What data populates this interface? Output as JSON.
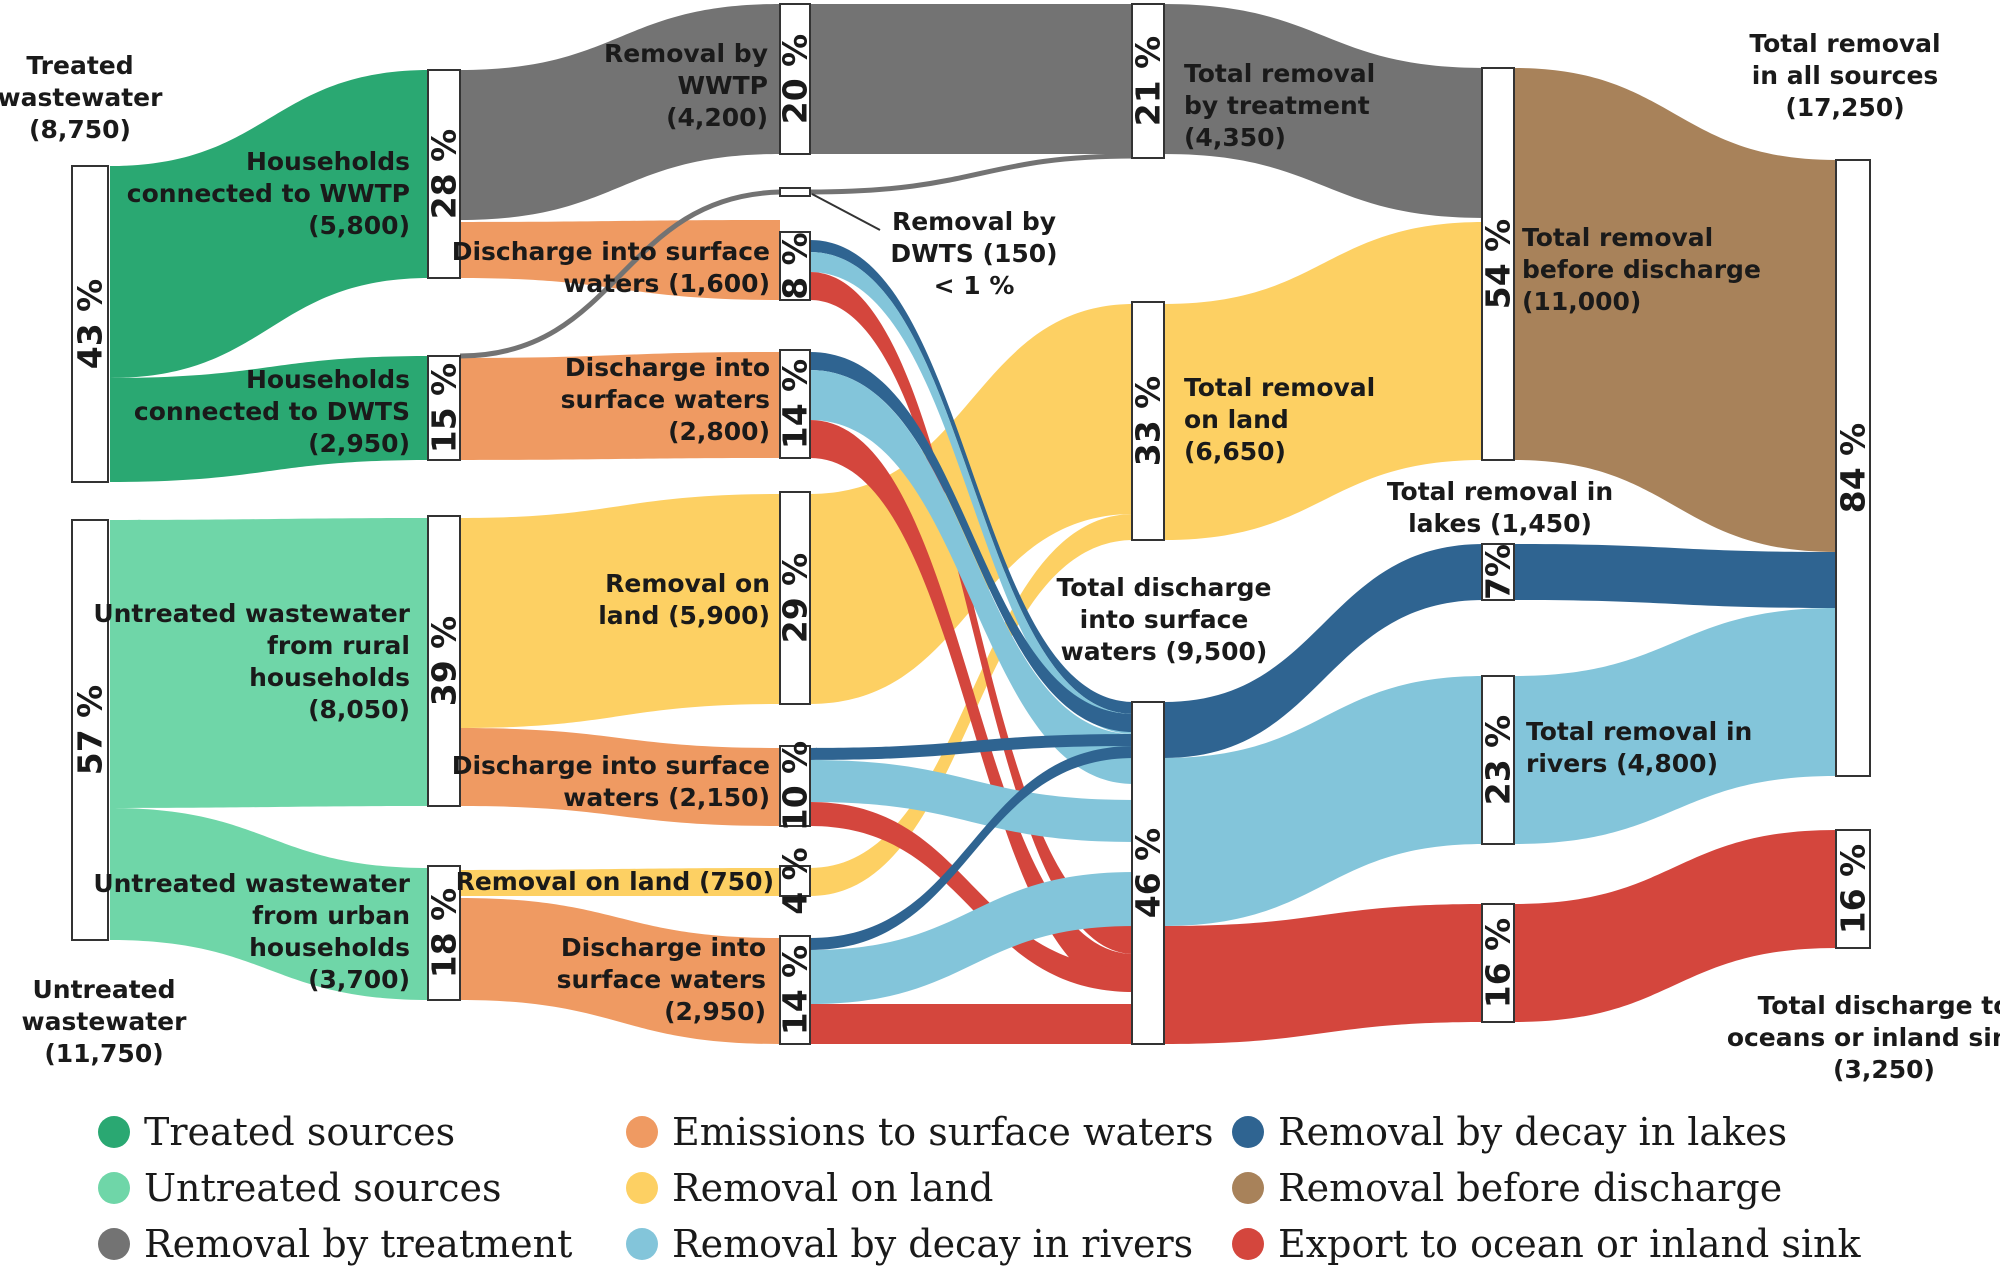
{
  "colors": {
    "treated": "#2aa872",
    "untreated": "#6fd6a8",
    "treatment": "#737373",
    "emissions": "#ef9a62",
    "land": "#fdd063",
    "rivers": "#83c5da",
    "lakes": "#2f6491",
    "before_discharge": "#a8825a",
    "export": "#d4463d"
  },
  "labels": {
    "treated_ww": [
      "Treated",
      "wastewater",
      "(8,750)"
    ],
    "untreated_ww": [
      "Untreated",
      "wastewater",
      "(11,750)"
    ],
    "hh_wwtp": [
      "Households",
      "connected to WWTP",
      "(5,800)"
    ],
    "hh_dwts": [
      "Households",
      "connected to DWTS",
      "(2,950)"
    ],
    "rural": [
      "Untreated wastewater",
      "from rural",
      "households",
      "(8,050)"
    ],
    "urban": [
      "Untreated wastewater",
      "from urban",
      "households",
      "(3,700)"
    ],
    "removal_wwtp": [
      "Removal by",
      "WWTP",
      "(4,200)"
    ],
    "discharge_1600": [
      "Discharge into surface",
      "waters (1,600)"
    ],
    "discharge_2800": [
      "Discharge into",
      "surface waters",
      "(2,800)"
    ],
    "removal_land_5900": [
      "Removal on",
      "land (5,900)"
    ],
    "discharge_2150": [
      "Discharge into surface",
      "waters (2,150)"
    ],
    "removal_land_750": "Removal on land (750)",
    "discharge_2950": [
      "Discharge into",
      "surface waters",
      "(2,950)"
    ],
    "removal_dwts": [
      "Removal by",
      "DWTS (150)",
      "< 1 %"
    ],
    "total_treatment": [
      "Total removal",
      "by treatment",
      "(4,350)"
    ],
    "total_land": [
      "Total removal",
      "on land",
      "(6,650)"
    ],
    "total_discharge": [
      "Total discharge",
      "into surface",
      "waters (9,500)"
    ],
    "total_before": [
      "Total removal",
      "before discharge",
      "(11,000)"
    ],
    "total_lakes": [
      "Total removal in",
      "lakes (1,450)"
    ],
    "total_rivers": [
      "Total removal in",
      "rivers (4,800)"
    ],
    "total_all": [
      "Total removal",
      "in all sources",
      "(17,250)"
    ],
    "total_ocean": [
      "Total discharge to",
      "oceans or inland sinks",
      "(3,250)"
    ]
  },
  "percentages": {
    "treated": "43 %",
    "untreated": "57 %",
    "wwtp": "28 %",
    "dwts": "15 %",
    "rural": "39 %",
    "urban": "18 %",
    "removal_wwtp": "20 %",
    "discharge_1600": "8 %",
    "discharge_2800": "14 %",
    "land_5900": "29 %",
    "discharge_2150": "10 %",
    "land_750": "4 %",
    "discharge_2950": "14 %",
    "total_treatment": "21 %",
    "total_land": "33 %",
    "total_discharge": "46 %",
    "total_before": "54 %",
    "lakes": "7%",
    "rivers": "23 %",
    "ocean_mid": "16 %",
    "all": "84 %",
    "ocean_final": "16 %"
  },
  "legend": [
    {
      "label": "Treated sources",
      "color": "#2aa872"
    },
    {
      "label": "Untreated sources",
      "color": "#6fd6a8"
    },
    {
      "label": "Removal by treatment",
      "color": "#737373"
    },
    {
      "label": "Emissions to surface waters",
      "color": "#ef9a62"
    },
    {
      "label": "Removal on land",
      "color": "#fdd063"
    },
    {
      "label": "Removal by decay in rivers",
      "color": "#83c5da"
    },
    {
      "label": "Removal by decay in lakes",
      "color": "#2f6491"
    },
    {
      "label": "Removal before discharge",
      "color": "#a8825a"
    },
    {
      "label": "Export to ocean or inland sink",
      "color": "#d4463d"
    }
  ]
}
